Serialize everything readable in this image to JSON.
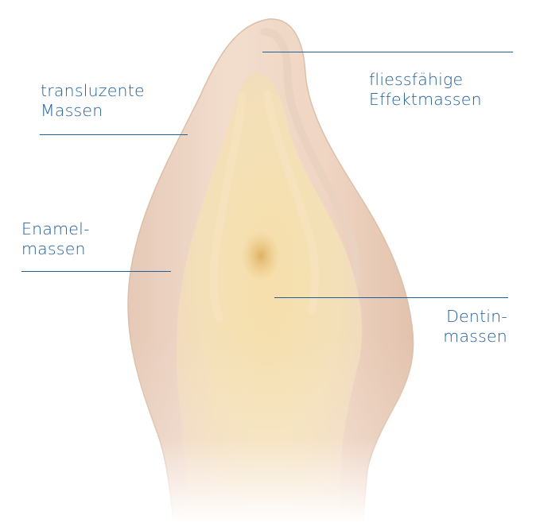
{
  "labels": {
    "transluzente": [
      "transluzente",
      "Massen"
    ],
    "fliessfaehige": [
      "fliessfähige",
      "Effektmassen"
    ],
    "enamel": [
      "Enamel-",
      "massen"
    ],
    "dentin": [
      "Dentin-",
      "massen"
    ]
  },
  "colors": {
    "label_text": "#1f5f9a",
    "leader_line": "#1f5f9a",
    "enamel_layer": "#f0d9c8",
    "dentin_core": "#f3dcae",
    "background": "#ffffff"
  }
}
